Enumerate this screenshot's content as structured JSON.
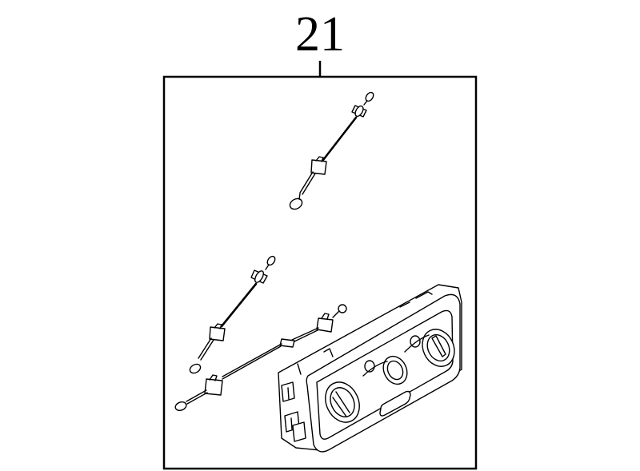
{
  "callout": {
    "number": "21"
  },
  "parts": [
    {
      "name": "control-cable-upper",
      "icon": "cable-assembly-icon"
    },
    {
      "name": "control-cable-middle",
      "icon": "cable-assembly-icon"
    },
    {
      "name": "control-cable-lower",
      "icon": "cable-assembly-icon"
    },
    {
      "name": "climate-control-head-unit",
      "icon": "hvac-control-panel-icon"
    }
  ],
  "colors": {
    "line": "#000000",
    "background": "#ffffff"
  }
}
